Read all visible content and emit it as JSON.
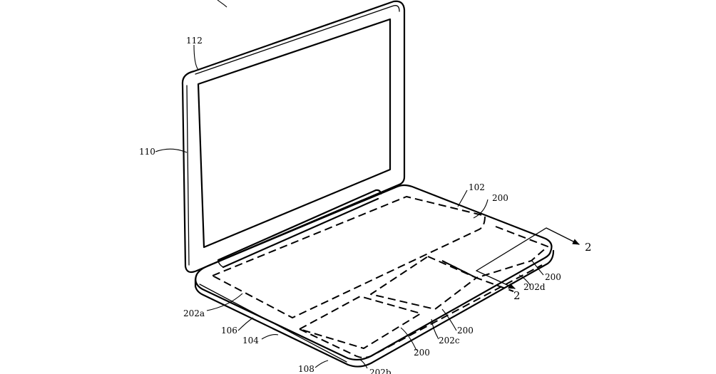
{
  "figure": {
    "labels": {
      "l112": "112",
      "l110": "110",
      "l102": "102",
      "l200_top": "200",
      "l2_right": "2",
      "l200_right": "200",
      "l202d": "202d",
      "l2_lower": "2",
      "l200_mid": "200",
      "l202c": "202c",
      "l200_bottom": "200",
      "l202a": "202a",
      "l106": "106",
      "l104": "104",
      "l108": "108",
      "l202b": "202b"
    }
  }
}
